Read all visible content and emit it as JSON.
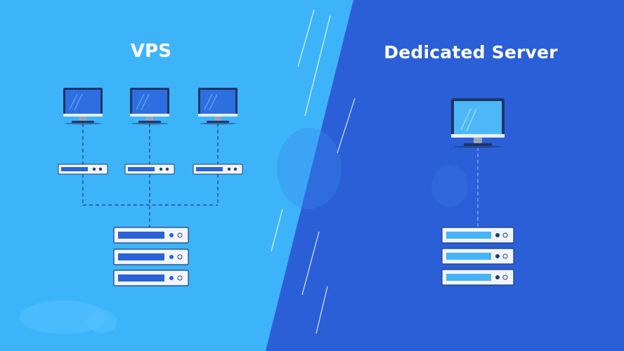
{
  "vps": {
    "title": "VPS",
    "monitors": [
      "monitor",
      "monitor",
      "monitor"
    ],
    "units": [
      "server-unit",
      "server-unit",
      "server-unit"
    ],
    "rack_units": 3
  },
  "dedicated": {
    "title": "Dedicated Server",
    "monitors": [
      "monitor"
    ],
    "rack_units": 3
  },
  "colors": {
    "left_bg": "#3db4f9",
    "right_bg": "#2a5fd8",
    "monitor_frame": "#1f3466",
    "left_screen": "#2d6fe0",
    "right_screen": "#4cb8f8",
    "unit_body": "#f1f5fb",
    "left_slot": "#2a63d8",
    "right_slot": "#45b3f5",
    "connector": "#1c3d7a"
  },
  "icons": [
    "monitor-icon",
    "server-unit-icon",
    "server-rack-icon"
  ]
}
